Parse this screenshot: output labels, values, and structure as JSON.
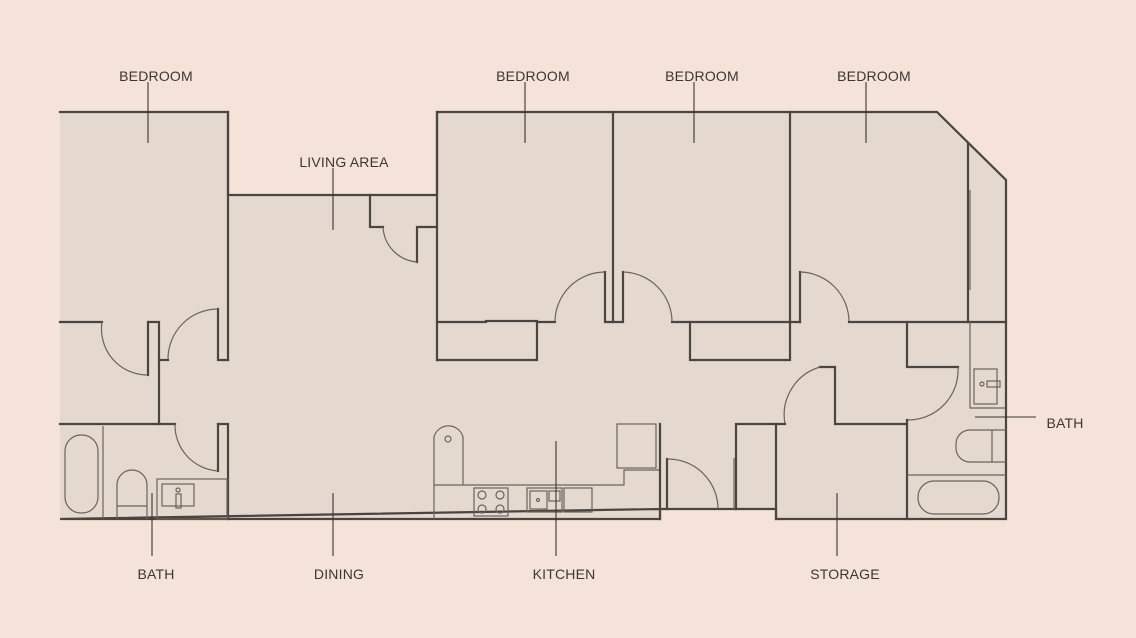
{
  "floor_plan": {
    "colors": {
      "background": "#f5e3d9",
      "floor": "#e5d9cf",
      "wall": "#4a4540",
      "text": "#3a3632"
    },
    "labels": {
      "bedroom_1": "BEDROOM",
      "living_area": "LIVING AREA",
      "bedroom_2": "BEDROOM",
      "bedroom_3": "BEDROOM",
      "bedroom_4": "BEDROOM",
      "bath_left": "BATH",
      "dining": "DINING",
      "kitchen": "KITCHEN",
      "storage": "STORAGE",
      "bath_right": "BATH"
    }
  }
}
